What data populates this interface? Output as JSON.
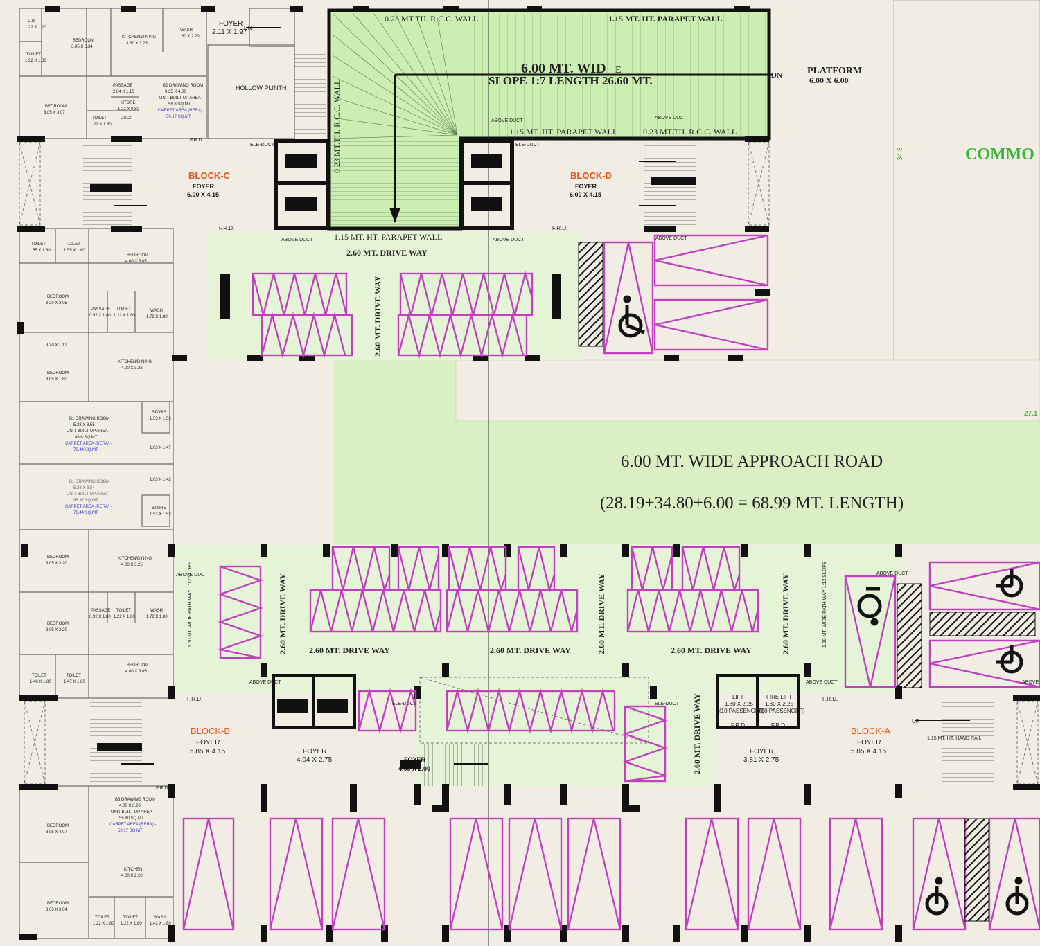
{
  "colors": {
    "background": "#f1ede3",
    "green_zone": "#daf0c4",
    "ramp_green": "#cbeeb3",
    "parking_magenta": "#c040c0",
    "wall_black": "#111111",
    "block_label_orange": "#e8531f",
    "common_label_green": "#3bb33b",
    "carpet_area_blue": "#3a3acc",
    "line_grey": "#8a8a8a"
  },
  "ramp": {
    "wall_top": "0.23 MT.TH. R.C.C. WALL",
    "parapet_top": "1.15 MT. HT. PARAPET WALL",
    "wall_left": "0.23 MT.TH. R.C.C. WALL",
    "parapet_mid": "1.15 MT. HT. PARAPET WALL",
    "wall_right_bottom": "0.23 MT.TH. R.C.C. WALL",
    "parapet_bottom": "1.15 MT. HT. PARAPET WALL",
    "width_label": "6.00 MT. WID",
    "width_label_suffix": "E",
    "slope_label": "SLOPE 1:7 LENGTH 26.60 MT.",
    "down_mark": "DN",
    "platform_label": "PLATFORM",
    "platform_size": "6.00 X 6.00"
  },
  "road": {
    "title": "6.00 MT. WIDE APPROACH ROAD",
    "length": "(28.19+34.80+6.00 = 68.99 MT. LENGTH)"
  },
  "edge_labels": {
    "common": "COMMO",
    "dim_a": "34.8",
    "dim_b": "27.1"
  },
  "driveways": {
    "driveway_label": "2.60 MT. DRIVE WAY",
    "walkway_label": "1.50 MT. WIDE PATH WAY 1:12 SLOPE"
  },
  "misc": {
    "above_duct": "ABOVE DUCT",
    "ele_duct": "ELE-DUCT",
    "frd": "F.R.D.",
    "hollow_plinth": "HOLLOW PLINTH",
    "foyer_top": "FOYER",
    "foyer_top_size": "2.11 X 1.97",
    "dn": "DN",
    "up": "UP",
    "handrail": "1.15 MT. HT. HAND RAIL"
  },
  "blocks": {
    "block_c": "BLOCK-C",
    "block_c_foyer": "FOYER",
    "block_c_size": "6.00 X 4.15",
    "block_d": "BLOCK-D",
    "block_d_foyer": "FOYER",
    "block_d_size": "6.00 X 4.15",
    "block_b": "BLOCK-B",
    "block_b_foyer": "FOYER",
    "block_b_size": "5.85 X 4.15",
    "block_a": "BLOCK-A",
    "block_a_foyer": "FOYER",
    "block_a_size": "5.85 X 4.15",
    "foyer_mid": "FOYER",
    "foyer_mid_size": "4.04 X 2.75",
    "foyer_right": "FOYER",
    "foyer_right_size": "3.81 X 2.75",
    "foyer_center": "FOYER",
    "foyer_center_size": "4.00 X 2.00"
  },
  "lifts": {
    "lift": "LIFT",
    "lift_size": "1.80 X 2.25",
    "lift_cap": "(10 PASSENGER)",
    "fire_lift": "FIRE LIFT",
    "fire_lift_size": "1.80 X 2.25",
    "fire_lift_cap": "(10 PASSENGER)"
  },
  "rooms": {
    "cb": "C.B.",
    "cb_size": "1.22 X 1.20",
    "bedroom_1": "BEDROOM",
    "bedroom_1_size": "3.05 X 3.34",
    "kitchen_1": "KITCHEN/DINING",
    "kitchen_1_size": "3.60 X 3.25",
    "wash_1": "WASH",
    "wash_1_size": "1.80 X 2.20",
    "toilet_1": "TOILET",
    "toilet_1_size": "1.22 X 1.80",
    "passage_1": "PASSAGE",
    "passage_1_size": "2.84 X 1.10",
    "drawing_1": "B2 DRAWING ROOM",
    "drawing_1_size": "3.35 X 4.00",
    "builtup_1": "UNIT BUILT-UP AREA -",
    "builtup_1_val": "58.8 SQ.MT",
    "carpet_1": "CARPET AREA (RERA) -",
    "carpet_1_val": "50.17 SQ.MT",
    "bedroom_2": "BEDROOM",
    "bedroom_2_size": "3.05 X 3.07",
    "toilet_2": "TOILET",
    "toilet_2_size": "1.22 X 1.80",
    "store_1": "STORE",
    "store_1_size": "1.22 X 0.80",
    "duct_1": "DUCT",
    "toilet_3": "TOILET",
    "toilet_3_size": "1.55 X 1.80",
    "toilet_4": "TOILET",
    "toilet_4_size": "1.55 X 1.80",
    "bedroom_3": "BEDROOM",
    "bedroom_3_size": "4.00 X 3.05",
    "bedroom_4": "BEDROOM",
    "bedroom_4_size": "3.20 X 3.05",
    "passage_2": "PASSAGE",
    "passage_2_size": "0.92 X 1.80",
    "toilet_5": "TOILET",
    "toilet_5_size": "1.22 X 1.80",
    "wash_2": "WASH",
    "wash_2_size": "1.72 X 1.80",
    "misc_size_1": "3.20 X 1.12",
    "bedroom_5": "BEDROOM",
    "bedroom_5_size": "3.05 X 1.80",
    "kitchen_2": "KITCHEN/DINING",
    "kitchen_2_size": "4.00 X 3.25",
    "store_2": "STORE",
    "store_2_size": "1.53 X 1.53",
    "drawing_2": "B1 DRAWING ROOM",
    "drawing_2_size": "5.38 X 3.55",
    "builtup_2": "UNIT BUILT-UP AREA -",
    "builtup_2_val": "88.6 SQ.MT",
    "carpet_2": "CARPET AREA (RERA) -",
    "carpet_2_val": "76.44 SQ.MT",
    "misc_size_2": "1.63 X 1.47",
    "misc_size_3": "1.63 X 1.42",
    "drawing_3": "B1 DRAWING ROOM",
    "drawing_3_size": "5.38 X 3.54",
    "builtup_3": "UNIT BUILT-UP AREA -",
    "builtup_3_val": "95.37 SQ.MT",
    "carpet_3": "CARPET AREA (RERA) -",
    "carpet_3_val": "76.44 SQ.MT",
    "store_3": "STORE",
    "store_3_size": "1.53 X 1.53",
    "bedroom_6": "BEDROOM",
    "bedroom_6_size": "3.05 X 3.20",
    "kitchen_3": "KITCHEN/DINING",
    "kitchen_3_size": "4.00 X 3.25",
    "passage_3": "PASSAGE",
    "passage_3_size": "0.92 X 1.80",
    "toilet_6": "TOILET",
    "toilet_6_size": "1.22 X 1.80",
    "wash_3": "WASH",
    "wash_3_size": "1.72 X 1.80",
    "bedroom_7": "BEDROOM",
    "bedroom_7_size": "3.05 X 3.20",
    "toilet_7": "TOILET",
    "toilet_7_size": "1.48 X 1.80",
    "toilet_8": "TOILET",
    "toilet_8_size": "1.47 X 1.80",
    "bedroom_8": "BEDROOM",
    "bedroom_8_size": "4.00 X 3.05",
    "bedroom_9": "BEDROOM",
    "bedroom_9_size": "3.05 X 4.07",
    "drawing_4": "B3 DRAWING ROOM",
    "drawing_4_size": "4.00 X 3.20",
    "builtup_4": "UNIT BUILT-UP AREA -",
    "builtup_4_val": "55.80 SQ.MT",
    "carpet_4": "CARPET AREA (RERA) -",
    "carpet_4_val": "50.17 SQ.MT",
    "kitchen_4": "KITCHEN",
    "kitchen_4_size": "4.00 X 2.20",
    "bedroom_10": "BEDROOM",
    "bedroom_10_size": "3.05 X 3.04",
    "toilet_9": "TOILET",
    "toilet_9_size": "1.22 X 1.80",
    "toilet_10": "TOILET",
    "toilet_10_size": "1.22 X 1.80",
    "wash_4": "WASH",
    "wash_4_size": "1.42 X 1.80"
  }
}
